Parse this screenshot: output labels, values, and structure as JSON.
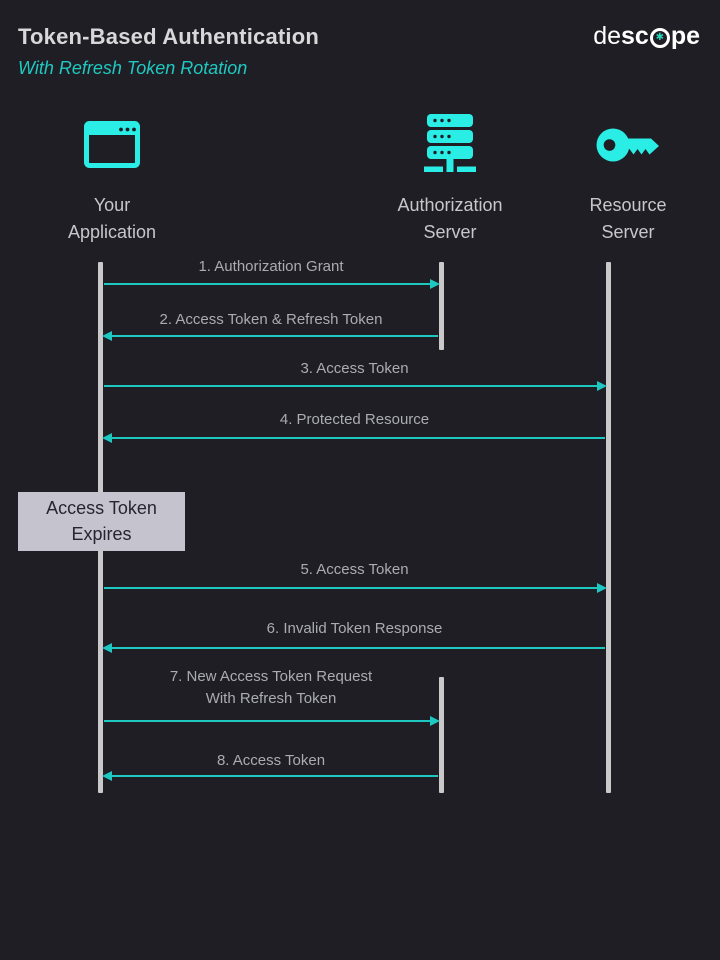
{
  "diagram_type": "sequence-diagram",
  "header": {
    "title": "Token-Based Authentication",
    "subtitle": "With Refresh Token Rotation",
    "logo": {
      "part1": "de",
      "part2": "sc",
      "part3": "pe",
      "o_mark": "circled-star"
    }
  },
  "actors": [
    {
      "id": "your-application",
      "line1": "Your",
      "line2": "Application",
      "icon": "browser-icon"
    },
    {
      "id": "authorization-server",
      "line1": "Authorization",
      "line2": "Server",
      "icon": "server-icon"
    },
    {
      "id": "resource-server",
      "line1": "Resource",
      "line2": "Server",
      "icon": "key-icon"
    }
  ],
  "messages": [
    {
      "step": 1,
      "label": "1. Authorization Grant",
      "from": "Your Application",
      "to": "Authorization Server",
      "direction": "right"
    },
    {
      "step": 2,
      "label": "2. Access Token & Refresh Token",
      "from": "Authorization Server",
      "to": "Your Application",
      "direction": "left"
    },
    {
      "step": 3,
      "label": "3. Access Token",
      "from": "Your Application",
      "to": "Resource Server",
      "direction": "right"
    },
    {
      "step": 4,
      "label": "4. Protected Resource",
      "from": "Resource Server",
      "to": "Your Application",
      "direction": "left"
    },
    {
      "step": 5,
      "label": "5. Access Token",
      "from": "Your Application",
      "to": "Resource Server",
      "direction": "right"
    },
    {
      "step": 6,
      "label": "6. Invalid Token Response",
      "from": "Resource Server",
      "to": "Your Application",
      "direction": "left"
    },
    {
      "step": 7,
      "label": "7. New Access Token Request",
      "label2": "With Refresh Token",
      "from": "Your Application",
      "to": "Authorization Server",
      "direction": "right"
    },
    {
      "step": 8,
      "label": "8. Access Token",
      "from": "Authorization Server",
      "to": "Your Application",
      "direction": "left"
    }
  ],
  "note": {
    "label": "Access Token Expires",
    "line1": "Access Token",
    "line2": "Expires"
  },
  "colors": {
    "background": "#1e1e24",
    "icon_cyan": "#2aeee5",
    "arrow_teal": "#1cc8c0",
    "subtitle_teal": "#1fc9c1",
    "lifeline_gray": "#c9c9c9",
    "note_background": "#c5c3ce",
    "note_text": "#26262e",
    "title_text": "#d8d8da",
    "message_label_gray": "#abacb2"
  }
}
